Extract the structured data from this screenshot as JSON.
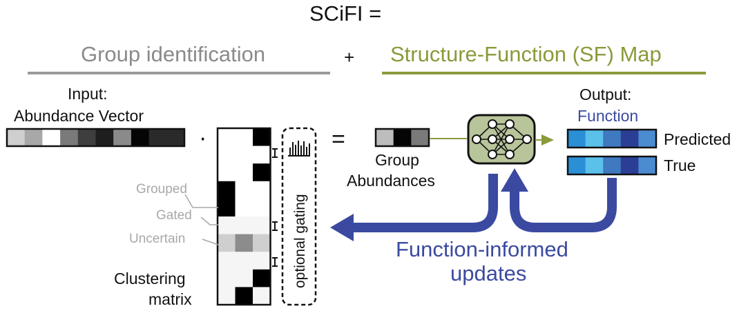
{
  "title": "SCiFI  =",
  "plus": "+",
  "left_section": {
    "label": "Group identification",
    "color": "#8a8a8a"
  },
  "right_section": {
    "label": "Structure-Function (SF) Map",
    "color": "#8a9a3a"
  },
  "input": {
    "line1": "Input:",
    "line2": "Abundance Vector",
    "cells": [
      "#cfcfcf",
      "#a8a8a8",
      "#ffffff",
      "#7a7a7a",
      "#3e3e3e",
      "#1e1e1e",
      "#8a8a8a",
      "#050505",
      "#2a2a2a",
      "#2a2a2a"
    ]
  },
  "dot": "·",
  "equals": "=",
  "matrix": {
    "label1": "Clustering",
    "label2": "matrix",
    "grid": [
      [
        "#ffffff",
        "#ffffff",
        "#000000"
      ],
      [
        "#ffffff",
        "#ffffff",
        "#ffffff"
      ],
      [
        "#ffffff",
        "#ffffff",
        "#000000"
      ],
      [
        "#000000",
        "#ffffff",
        "#ffffff"
      ],
      [
        "#000000",
        "#ffffff",
        "#ffffff"
      ],
      [
        "#f5f5f5",
        "#f5f5f5",
        "#f5f5f5"
      ],
      [
        "#cfcfcf",
        "#8c8c8c",
        "#cfcfcf"
      ],
      [
        "#f5f5f5",
        "#f5f5f5",
        "#f5f5f5"
      ],
      [
        "#f5f5f5",
        "#f5f5f5",
        "#000000"
      ],
      [
        "#f5f5f5",
        "#000000",
        "#f5f5f5"
      ]
    ],
    "annotations": {
      "grouped": "Grouped",
      "gated": "Gated",
      "uncertain": "Uncertain"
    }
  },
  "gating": {
    "label": "optional gating"
  },
  "group_abundances": {
    "line1": "Group",
    "line2": "Abundances",
    "cells": [
      "#bdbdbd",
      "#050505",
      "#7a7a7a"
    ]
  },
  "output": {
    "line1": "Output:",
    "line2": "Function",
    "function_color": "#3b4aa0",
    "predicted_label": "Predicted",
    "true_label": "True",
    "predicted_cells": [
      "#2b8fd6",
      "#5bc0ea",
      "#3f79c0",
      "#2c3d96",
      "#4b8bd0"
    ],
    "true_cells": [
      "#2b8fd6",
      "#5bc0ea",
      "#3f79c0",
      "#2c3d96",
      "#4b8bd0"
    ]
  },
  "nn": {
    "fill": "#b8c49a"
  },
  "updates": {
    "line1": "Function-informed",
    "line2": "updates",
    "color": "#3b4aa0"
  }
}
